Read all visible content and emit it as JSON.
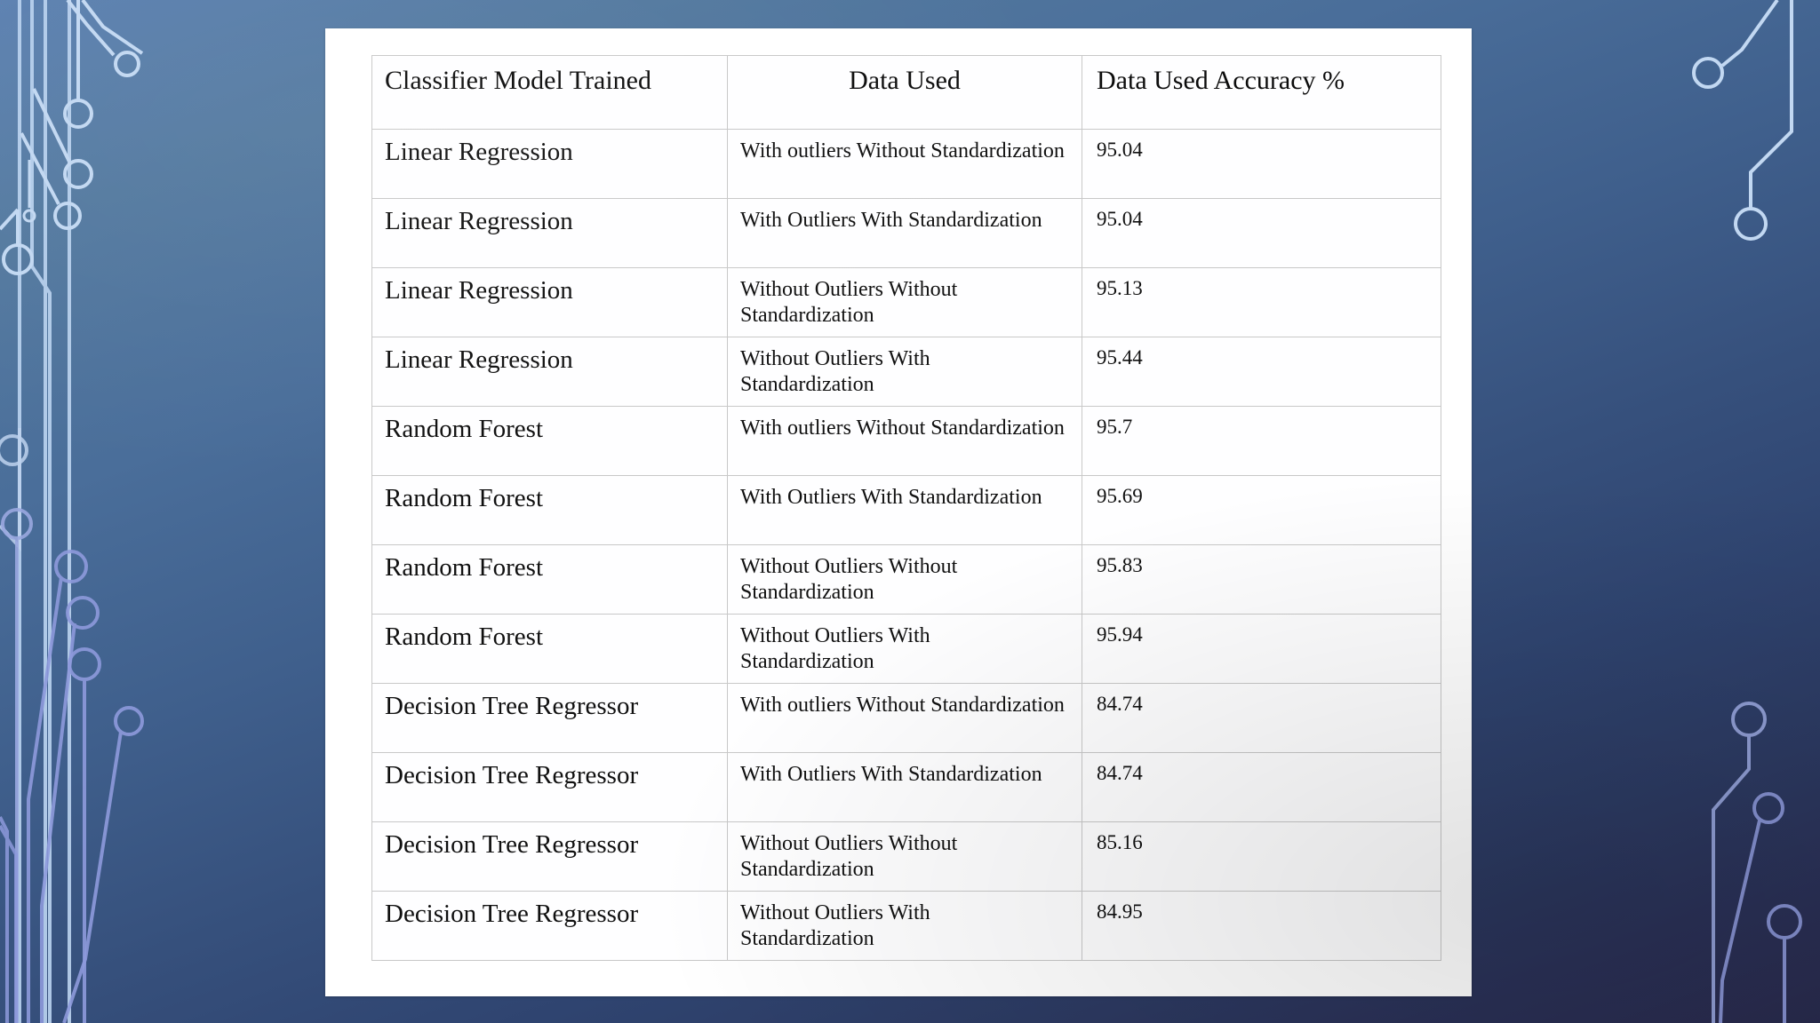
{
  "slide": {
    "background": {
      "top_color": "#5b80b0",
      "bottom_color": "#282a4c",
      "decoration": "circuit-trace-pattern"
    },
    "card_background": "#ffffff"
  },
  "table": {
    "columns": [
      "Classifier Model Trained",
      "Data Used",
      "Data Used Accuracy %"
    ],
    "rows": [
      {
        "model": "Linear Regression",
        "data_used": "With outliers Without Standardization",
        "accuracy": "95.04"
      },
      {
        "model": "Linear Regression",
        "data_used": "With Outliers With Standardization",
        "accuracy": "95.04"
      },
      {
        "model": "Linear Regression",
        "data_used": "Without Outliers Without Standardization",
        "accuracy": "95.13"
      },
      {
        "model": "Linear Regression",
        "data_used": "Without Outliers With Standardization",
        "accuracy": "95.44"
      },
      {
        "model": "Random Forest",
        "data_used": "With outliers Without Standardization",
        "accuracy": "95.7"
      },
      {
        "model": "Random Forest",
        "data_used": "With Outliers With Standardization",
        "accuracy": "95.69"
      },
      {
        "model": "Random Forest",
        "data_used": "Without Outliers Without Standardization",
        "accuracy": "95.83"
      },
      {
        "model": "Random Forest",
        "data_used": "Without Outliers With Standardization",
        "accuracy": "95.94"
      },
      {
        "model": "Decision Tree Regressor",
        "data_used": "With outliers Without Standardization",
        "accuracy": "84.74"
      },
      {
        "model": "Decision Tree Regressor",
        "data_used": "With Outliers With Standardization",
        "accuracy": "84.74"
      },
      {
        "model": "Decision Tree Regressor",
        "data_used": "Without Outliers Without Standardization",
        "accuracy": "85.16"
      },
      {
        "model": "Decision Tree Regressor",
        "data_used": "Without Outliers With Standardization",
        "accuracy": "84.95"
      }
    ]
  }
}
